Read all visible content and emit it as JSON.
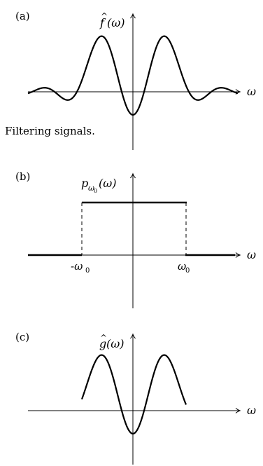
{
  "caption": "Filtering signals.",
  "panels": [
    {
      "label": "(a)",
      "func_label": {
        "base": "f",
        "hat": true,
        "sub": "",
        "arg": "(ω)"
      },
      "axis_label": "ω",
      "ticks": []
    },
    {
      "label": "(b)",
      "func_label": {
        "base": "p",
        "hat": false,
        "sub": "ω",
        "subsub": "0",
        "arg": "(ω)"
      },
      "axis_label": "ω",
      "ticks": [
        {
          "prefix": "-",
          "sym": "ω",
          "sub": "0"
        },
        {
          "prefix": "",
          "sym": "ω",
          "sub": "0"
        }
      ]
    },
    {
      "label": "(c)",
      "func_label": {
        "base": "g",
        "hat": true,
        "sub": "",
        "arg": "(ω)"
      },
      "axis_label": "ω",
      "ticks": []
    }
  ]
}
